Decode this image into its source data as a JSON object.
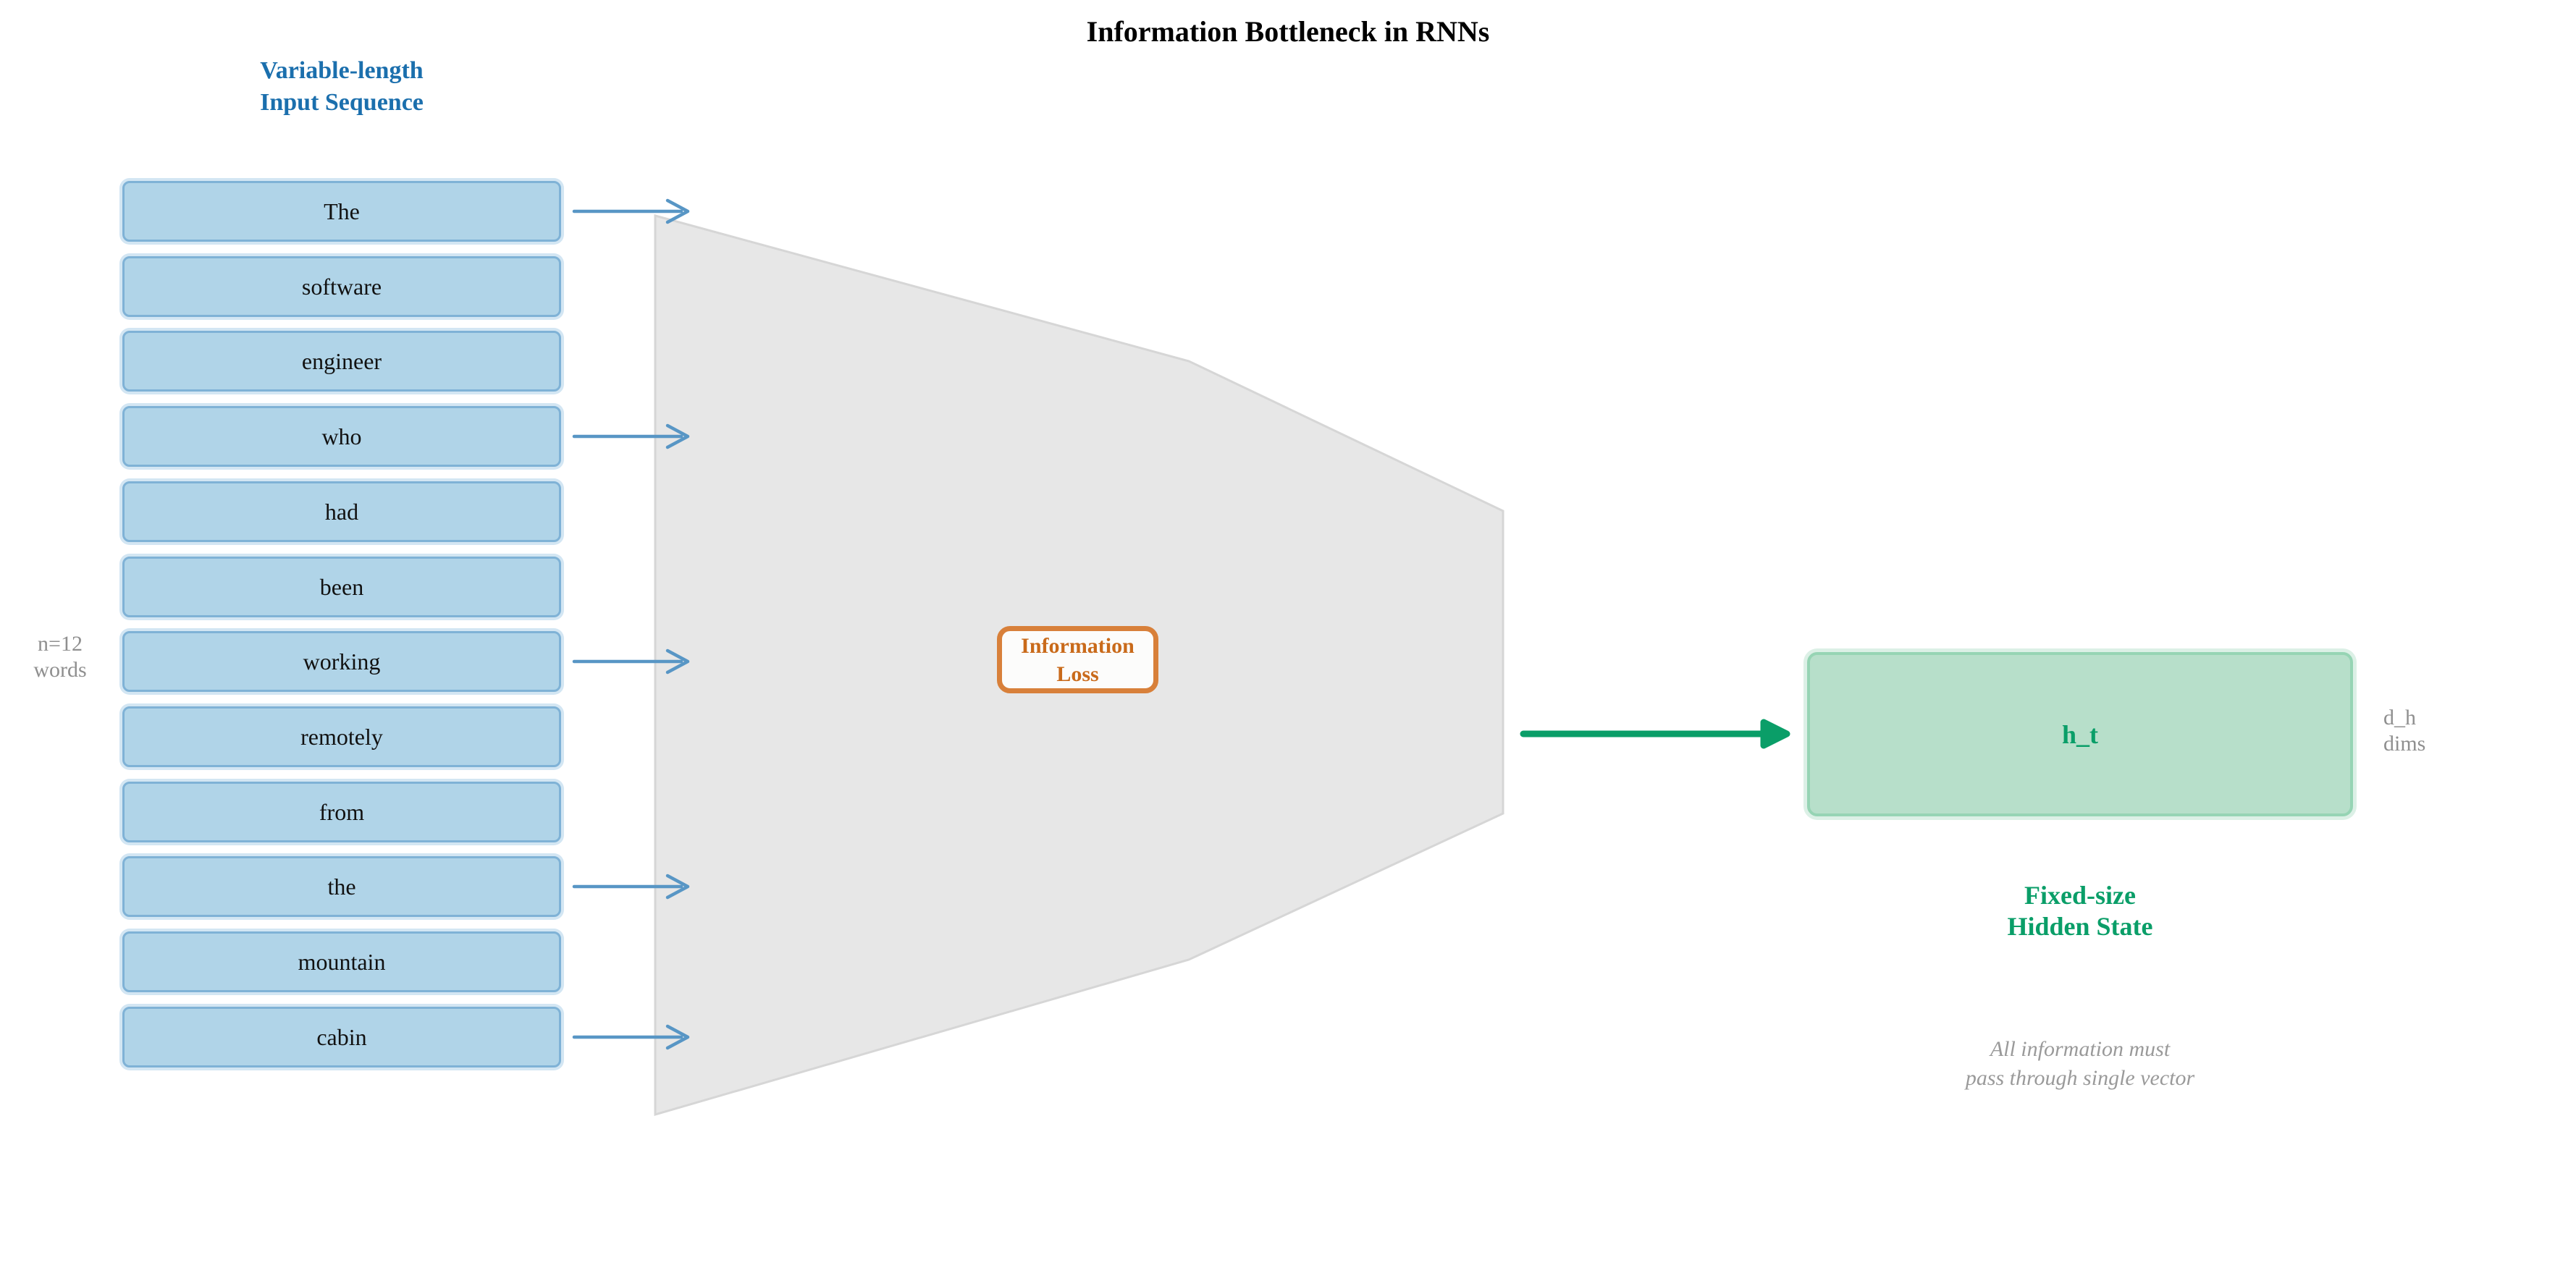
{
  "title": "Information Bottleneck in RNNs",
  "input_sequence": {
    "heading": {
      "line1": "Variable-length",
      "line2": "Input Sequence"
    },
    "words": [
      "The",
      "software",
      "engineer",
      "who",
      "had",
      "been",
      "working",
      "remotely",
      "from",
      "the",
      "mountain",
      "cabin"
    ],
    "count_note": {
      "line1": "n=12",
      "line2": "words"
    }
  },
  "bottleneck": {
    "loss_label": {
      "line1": "Information",
      "line2": "Loss"
    }
  },
  "hidden_state": {
    "vector_label": "h_t",
    "dims_note": {
      "line1": "d_h",
      "line2": "dims"
    },
    "caption": {
      "line1": "Fixed-size",
      "line2": "Hidden State"
    },
    "note": {
      "line1": "All information must",
      "line2": "pass through single vector"
    }
  },
  "colors": {
    "title-color": "#000000",
    "word-color": "#111111",
    "blue-heading": "#1b6fad",
    "box-fill": "#b0d4e8",
    "box-border": "#7fb2d6",
    "box-halo": "#d3e6f3",
    "arrow-blue": "#5896c5",
    "funnel-fill": "#e7e7e7",
    "funnel-stroke": "#d6d6d6",
    "orange-border": "#d8803a",
    "orange-text": "#c96a1a",
    "loss-fill": "#fcfcfb",
    "green-arrow": "#0a9e68",
    "green-fill": "#b7dfca",
    "green-border": "#96d4b4",
    "green-halo": "#dcf0e6",
    "green-dark": "#0a9e68",
    "gray-note": "#8f8f8f",
    "gray-note2": "#9a9a9a"
  }
}
